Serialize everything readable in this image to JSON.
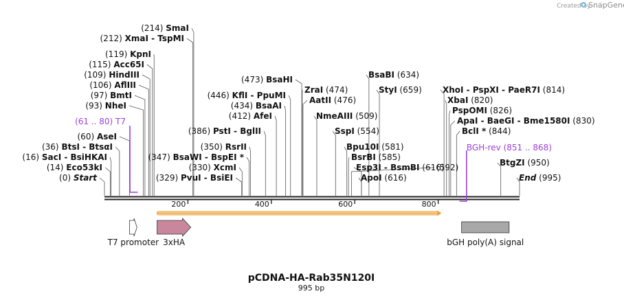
{
  "credit": "Created by",
  "brand": "SnapGene",
  "map": {
    "title": "pCDNA-HA-Rab35N120I",
    "length_label": "995 bp",
    "length_bp": 995,
    "ticks": [
      {
        "pos": 200,
        "label": "200"
      },
      {
        "pos": 400,
        "label": "400"
      },
      {
        "pos": 600,
        "label": "600"
      },
      {
        "pos": 800,
        "label": "800"
      }
    ],
    "colors": {
      "backbone": "#222222",
      "primer": "#9b3fd8",
      "orf_arrow": "#e8a23a",
      "hA": "#c9879e",
      "polyA": "#a8a8a8",
      "promoter": "#ffffff"
    }
  },
  "left_sites": [
    {
      "pos": "(214)",
      "names": [
        "SmaI"
      ],
      "at": 214
    },
    {
      "pos": "(212)",
      "names": [
        "XmaI",
        "TspMI"
      ],
      "at": 212
    },
    {
      "pos": "(119)",
      "names": [
        "KpnI"
      ],
      "at": 119
    },
    {
      "pos": "(115)",
      "names": [
        "Acc65I"
      ],
      "at": 115
    },
    {
      "pos": "(109)",
      "names": [
        "HindIII"
      ],
      "at": 109
    },
    {
      "pos": "(106)",
      "names": [
        "AflIII"
      ],
      "at": 106
    },
    {
      "pos": "(97)",
      "names": [
        "BmtI"
      ],
      "at": 97
    },
    {
      "pos": "(93)",
      "names": [
        "NheI"
      ],
      "at": 93
    },
    {
      "pos": "(60)",
      "names": [
        "AseI"
      ],
      "at": 60
    },
    {
      "pos": "(36)",
      "names": [
        "BtsI",
        "BtsαI"
      ],
      "at": 36
    },
    {
      "pos": "(16)",
      "names": [
        "SacI",
        "BsiHKAI"
      ],
      "at": 16
    },
    {
      "pos": "(14)",
      "names": [
        "Eco53kI"
      ],
      "at": 14
    },
    {
      "pos": "(0)",
      "names": [
        "Start"
      ],
      "at": 0,
      "italic": true
    }
  ],
  "mid_sites": [
    {
      "pos": "(473)",
      "names": [
        "BsaHI"
      ],
      "at": 473
    },
    {
      "pos": "(446)",
      "names": [
        "KflI",
        "PpuMI"
      ],
      "at": 446
    },
    {
      "pos": "(434)",
      "names": [
        "BsaAI"
      ],
      "at": 434
    },
    {
      "pos": "(412)",
      "names": [
        "AfeI"
      ],
      "at": 412
    },
    {
      "pos": "(386)",
      "names": [
        "PstI",
        "BglII"
      ],
      "at": 386
    },
    {
      "pos": "(350)",
      "names": [
        "RsrII"
      ],
      "at": 350
    },
    {
      "pos": "(347)",
      "names": [
        "BsaWI",
        "BspEI"
      ],
      "at": 347,
      "star": true
    },
    {
      "pos": "(330)",
      "names": [
        "XcmI"
      ],
      "at": 330
    },
    {
      "pos": "(329)",
      "names": [
        "PvuI",
        "BsiEI"
      ],
      "at": 329
    }
  ],
  "right_mid_sites": [
    {
      "names": [
        "ZraI"
      ],
      "pos": "(474)",
      "at": 474
    },
    {
      "names": [
        "AatII"
      ],
      "pos": "(476)",
      "at": 476
    },
    {
      "names": [
        "NmeAIII"
      ],
      "pos": "(509)",
      "at": 509
    },
    {
      "names": [
        "SspI"
      ],
      "pos": "(554)",
      "at": 554
    },
    {
      "names": [
        "BsaBI"
      ],
      "pos": "(634)",
      "at": 634
    },
    {
      "names": [
        "StyI"
      ],
      "pos": "(659)",
      "at": 659
    },
    {
      "names": [
        "Bpu10I"
      ],
      "pos": "(581)",
      "at": 581
    },
    {
      "names": [
        "BsrBI"
      ],
      "pos": "(585)",
      "at": 585
    },
    {
      "names": [
        "Esp3I",
        "BsmBI"
      ],
      "pos": "(616)",
      "at": 616
    },
    {
      "names": [
        "ApoI"
      ],
      "pos": "(616)",
      "at": 616
    }
  ],
  "right_sites": [
    {
      "names": [
        "XhoI",
        "PspXI",
        "PaeR7I"
      ],
      "pos": "(814)",
      "at": 814
    },
    {
      "names": [
        "XbaI"
      ],
      "pos": "(820)",
      "at": 820
    },
    {
      "names": [
        "PspOMI"
      ],
      "pos": "(826)",
      "at": 826
    },
    {
      "names": [
        "ApaI",
        "BaeGI",
        "Bme1580I"
      ],
      "pos": "(830)",
      "at": 830
    },
    {
      "names": [
        "BclI"
      ],
      "pos": "(844)",
      "at": 844,
      "star": true
    },
    {
      "names": [
        "BtgZI"
      ],
      "pos": "(950)",
      "at": 950
    },
    {
      "names": [
        "End"
      ],
      "pos": "(995)",
      "at": 995,
      "italic": true
    },
    {
      "names": [],
      "pos": "(592)",
      "at": 592
    }
  ],
  "primers": [
    {
      "name": "T7",
      "range": "(61 .. 80)",
      "from": 61,
      "to": 80,
      "dir": "fwd"
    },
    {
      "name": "BGH-rev",
      "range": "(851 .. 868)",
      "from": 851,
      "to": 868,
      "dir": "rev"
    }
  ],
  "features": [
    {
      "name": "T7 promoter",
      "from": 60,
      "to": 78,
      "shape": "arrow",
      "color_key": "promoter"
    },
    {
      "name": "3xHA",
      "from": 126,
      "to": 207,
      "shape": "arrow",
      "color_key": "hA"
    },
    {
      "name": "bGH poly(A) signal",
      "from": 856,
      "to": 970,
      "shape": "box",
      "color_key": "polyA"
    }
  ],
  "orf": {
    "from": 126,
    "to": 806
  }
}
